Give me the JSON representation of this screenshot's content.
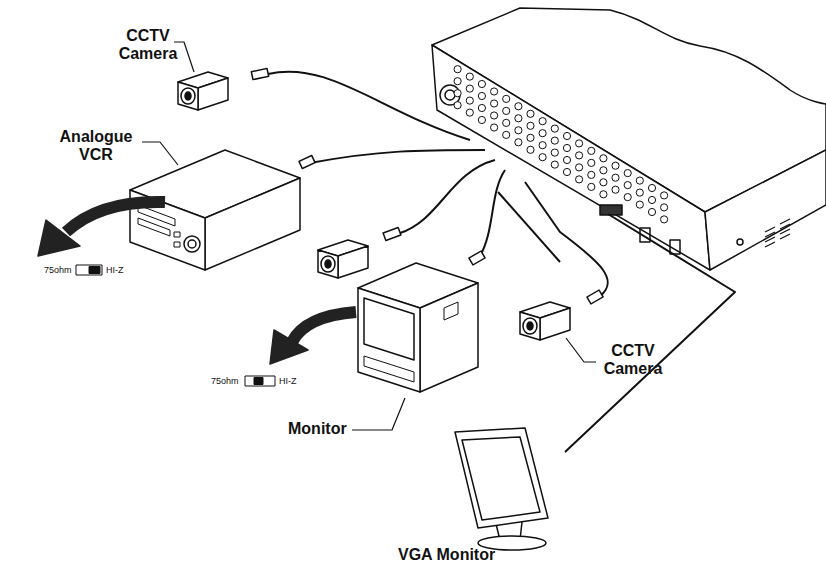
{
  "diagram": {
    "labels": [
      "CCTV Camera",
      "Analogue VCR",
      "75ohm",
      "HI-Z",
      "CCTV Camera",
      "75ohm",
      "HI-Z",
      "Monitor",
      "VGA Monitor"
    ]
  }
}
